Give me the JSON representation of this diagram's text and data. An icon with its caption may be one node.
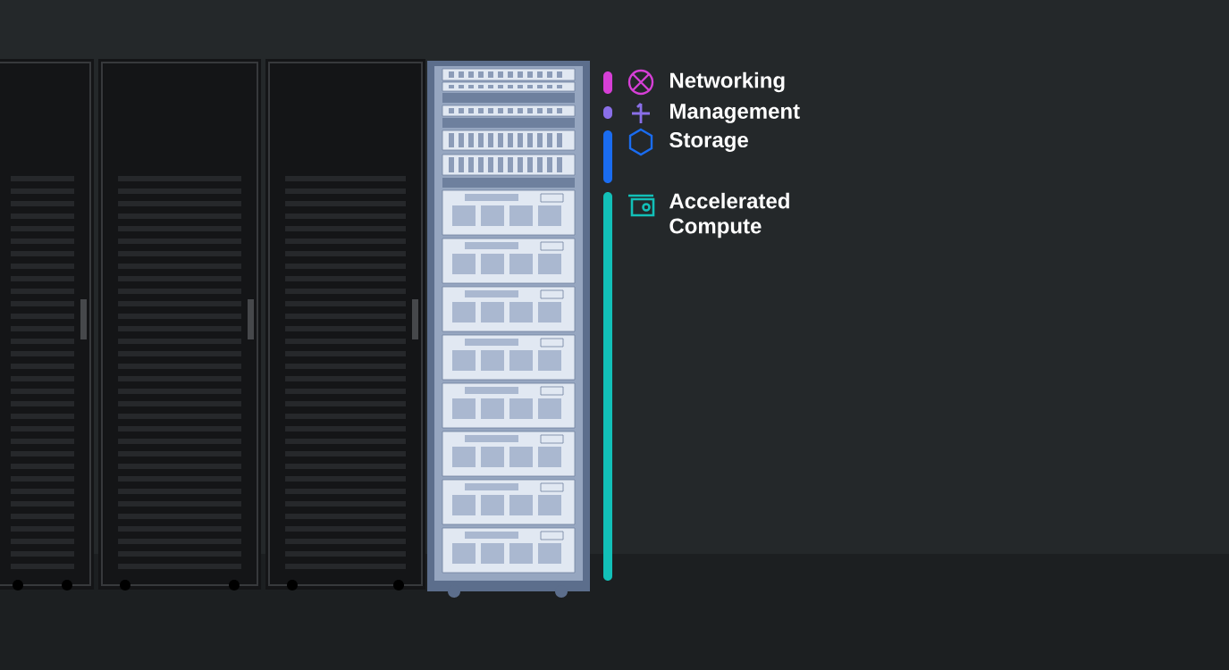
{
  "diagram": {
    "legend": [
      {
        "text": "Networking",
        "color": "#d63fd6"
      },
      {
        "text": "Management",
        "color": "#8a6fe8"
      },
      {
        "text": "Storage",
        "color": "#1a6cf0"
      },
      {
        "text": "Accelerated Compute",
        "color": "#12c0b8"
      }
    ]
  }
}
